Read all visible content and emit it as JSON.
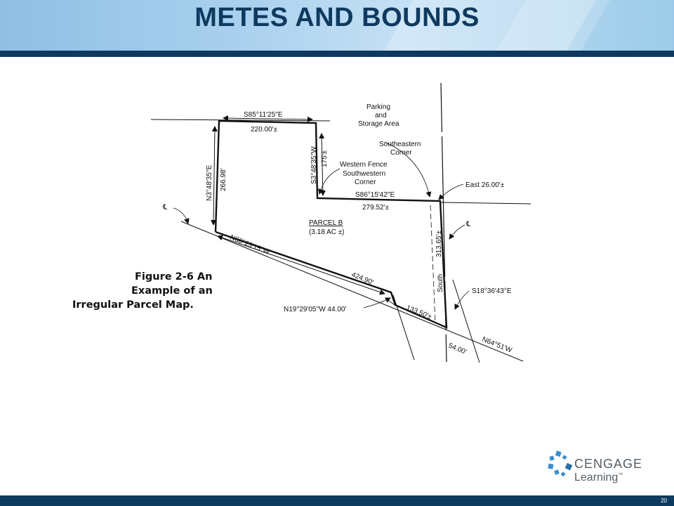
{
  "slide": {
    "title": "METES AND BOUNDS",
    "page_number": "20"
  },
  "figure": {
    "caption_line1": "Figure 2-6 An",
    "caption_line2": "Example of an",
    "caption_line3": "Irregular Parcel Map."
  },
  "map_labels": {
    "bearing_top": "S85°11′25′′E",
    "dist_top": "220.00′±",
    "bearing_left": "N3°48′35′′E",
    "dist_left": "266.98′",
    "bearing_mid": "S3°48′35′′W",
    "dist_mid": "175′±",
    "parking_1": "Parking",
    "parking_2": "and",
    "parking_3": "Storage Area",
    "se_corner_1": "Southeastern",
    "se_corner_2": "Corner",
    "western_fence": "Western Fence",
    "sw_corner_1": "Southwestern",
    "sw_corner_2": "Corner",
    "bearing_south_edge": "S86°15′42′′E",
    "dist_south_edge": "279.52′±",
    "east_label": "East 26.00′±",
    "parcel_name": "PARCEL B",
    "parcel_area": "(3.18 AC ±)",
    "bearing_diag": "N68°23′15′′W",
    "dist_diag": "424.90′",
    "bearing_jog": "N19°29′05′′W 44.00′",
    "dist_lower": "133.50′±",
    "dist_east_vert": "313.65′±",
    "south_label": "South",
    "bearing_road": "S18°36′43°E",
    "bearing_bottom": "N64°51′W",
    "dist_bottom": "54.00′",
    "centerline_left": "℄",
    "centerline_right": "℄"
  },
  "logo": {
    "line1": "CENGAGE",
    "line2": "Learning",
    "tm": "™"
  },
  "colors": {
    "navy": "#0f3a5f",
    "header_light": "#a9d0ee",
    "logo_blue": "#3a8fd0"
  }
}
